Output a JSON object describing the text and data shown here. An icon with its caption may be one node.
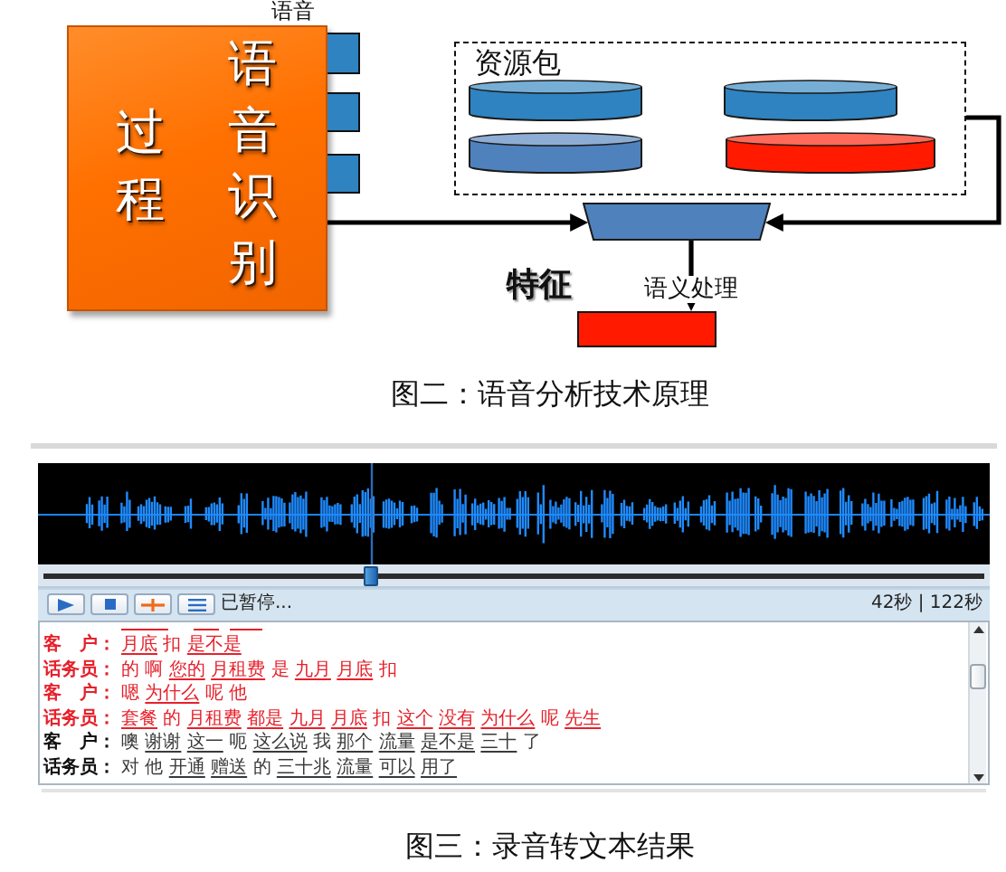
{
  "diagram": {
    "nodes": [
      {
        "text": [
          "过程",
          "语音识别"
        ]
      },
      {
        "text": [],
        "shape": "box"
      },
      {
        "text": [],
        "shape": "box"
      },
      {
        "text": [],
        "shape": "box"
      },
      {
        "text": [
          "资源包"
        ]
      },
      {
        "text": [],
        "shape": "cylinder",
        "in": 4
      },
      {
        "text": [],
        "shape": "cylinder",
        "in": 4
      },
      {
        "text": [],
        "shape": "cylinder",
        "in": 4
      },
      {
        "text": [],
        "shape": "cylinder",
        "in": 4
      },
      {
        "text": [],
        "shape": "trapezoid"
      },
      {
        "text": [],
        "shape": "box"
      }
    ],
    "edges": [
      {
        "from": 0,
        "to": 9,
        "arrow": "to"
      },
      {
        "from": 4,
        "to": 9,
        "arrow": "to"
      },
      {
        "from": 9,
        "to": 10,
        "arrow": "to",
        "label": "语义处理"
      }
    ],
    "labels": [
      "语音",
      "特征",
      "图二：语音分析技术原理",
      "已暂停...",
      "42秒 | 122秒",
      "客　户：",
      "月底 扣 是不是",
      "话务员：",
      "的 啊 您的 月租费 是 九月 月底 扣",
      "客　户：",
      "嗯 为什么 呢 他",
      "话务员：",
      "套餐 的 月租费 都是 九月 月底 扣 这个 没有 为什么 呢 先生",
      "客　户：",
      "噢 谢谢 这一 呃 这么说 我 那个 流量 是不是 三十 了",
      "话务员：",
      "对 他 开通 赠送 的 三十兆 流量 可以 用了",
      "图三：录音转文本结果"
    ]
  }
}
